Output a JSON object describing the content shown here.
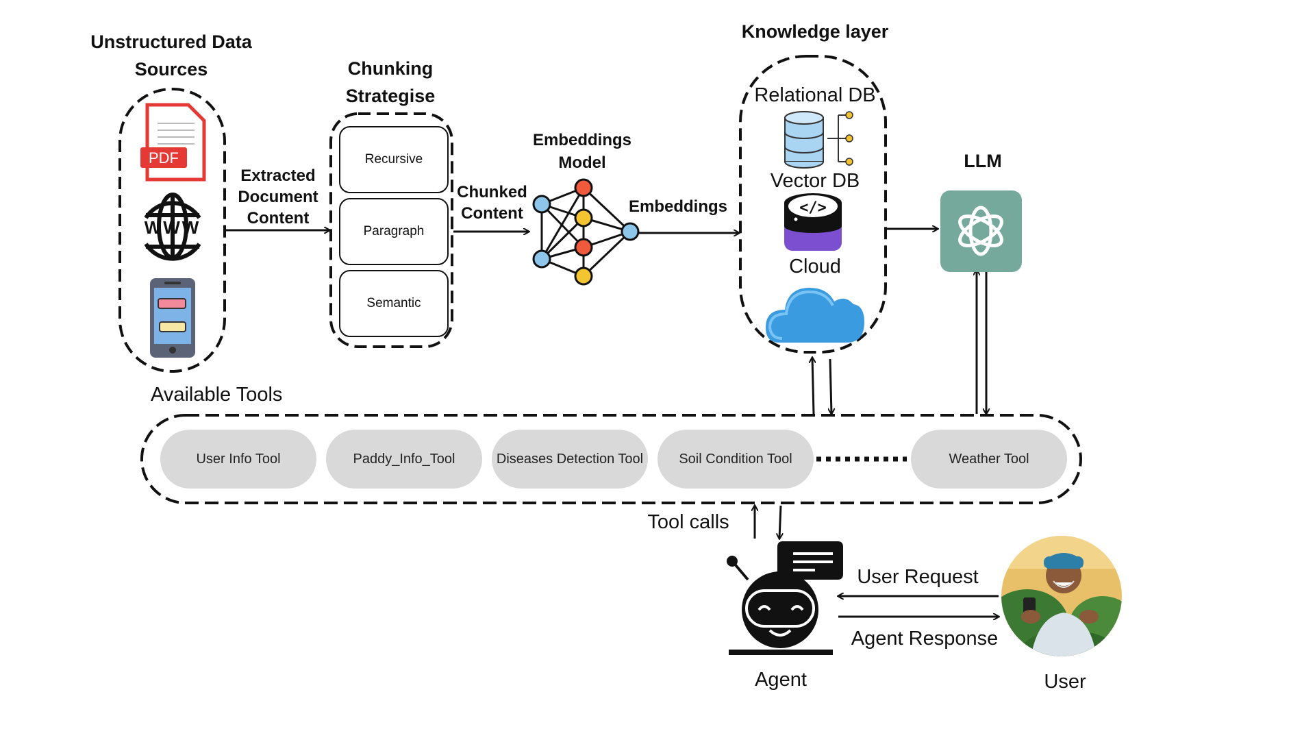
{
  "sources": {
    "title_line1": "Unstructured Data",
    "title_line2": "Sources",
    "pdf_label": "PDF",
    "www_label": "WWW",
    "icons": [
      "pdf-icon",
      "globe-icon",
      "phone-chat-icon"
    ]
  },
  "flow_labels": {
    "extracted_line1": "Extracted",
    "extracted_line2": "Document",
    "extracted_line3": "Content",
    "chunked_line1": "Chunked",
    "chunked_line2": "Content",
    "embeddings": "Embeddings"
  },
  "chunking": {
    "title_line1": "Chunking",
    "title_line2": "Strategise",
    "strategies": [
      "Recursive",
      "Paragraph",
      "Semantic"
    ]
  },
  "embeddings_model": {
    "title_line1": "Embeddings",
    "title_line2": "Model",
    "icon": "neural-network-icon"
  },
  "knowledge_layer": {
    "title": "Knowledge layer",
    "relational_db": "Relational DB",
    "vector_db": "Vector DB",
    "cloud": "Cloud",
    "icons": [
      "database-icon",
      "vector-db-icon",
      "cloud-icon"
    ]
  },
  "llm": {
    "title": "LLM",
    "icon": "openai-logo-icon",
    "color": "#75a99c"
  },
  "tools": {
    "title": "Available Tools",
    "items": [
      "User Info Tool",
      "Paddy_Info_Tool",
      "Diseases Detection Tool",
      "Soil Condition Tool",
      "Weather Tool"
    ]
  },
  "agent": {
    "tool_calls": "Tool calls",
    "label": "Agent",
    "icon": "robot-agent-icon"
  },
  "user": {
    "label": "User",
    "request": "User Request",
    "response": "Agent Response",
    "icon": "farmer-photo-avatar"
  }
}
